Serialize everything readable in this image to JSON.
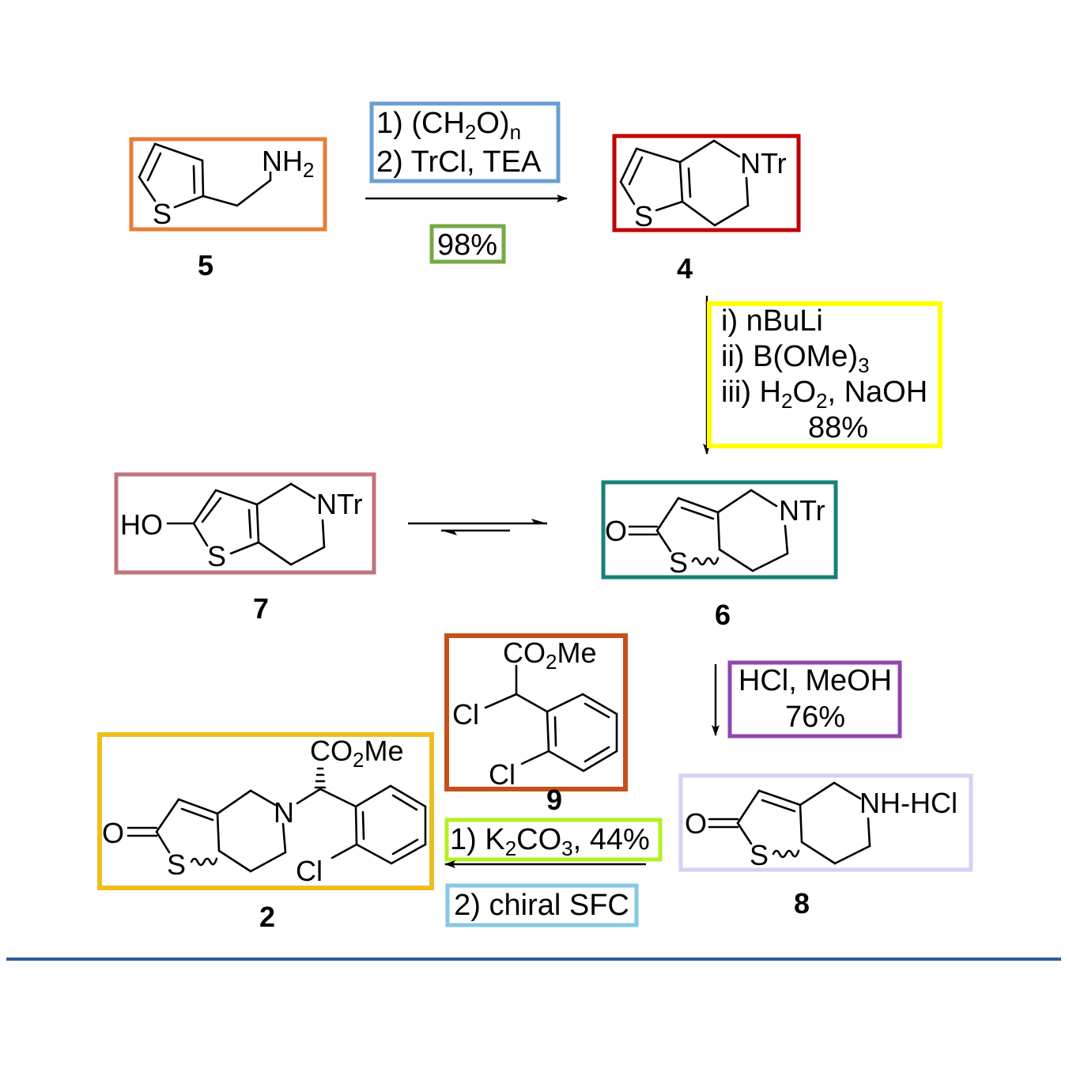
{
  "colors": {
    "compound_5": "#E97C37",
    "compound_4": "#C00000",
    "compound_7": "#C0737A",
    "compound_6": "#188078",
    "compound_9": "#C5501A",
    "compound_8": "#D8D0F2",
    "compound_2": "#EFBE1E",
    "step1_reagents": "#6A9FD4",
    "step1_yield": "#74AA46",
    "step2_reagents": "#FFFF00",
    "step4_reagents": "#8F46AE",
    "step5_reagent1": "#B5F020",
    "step5_reagent2": "#86C8E6",
    "footer_rule": "#2E5C98"
  },
  "compounds": [
    {
      "id": "5",
      "label": "5",
      "atoms": {
        "n": "NH",
        "n_sub": "2",
        "s": "S"
      }
    },
    {
      "id": "4",
      "label": "4",
      "atoms": {
        "n": "NTr",
        "s": "S"
      }
    },
    {
      "id": "7",
      "label": "7",
      "atoms": {
        "o": "HO",
        "n": "NTr",
        "s": "S"
      }
    },
    {
      "id": "6",
      "label": "6",
      "atoms": {
        "o": "O",
        "n": "NTr",
        "s": "S"
      }
    },
    {
      "id": "9",
      "label": "9",
      "atoms": {
        "ester": "CO",
        "ester_sub": "2",
        "ester_tail": "Me",
        "cl1": "Cl",
        "cl2": "Cl"
      }
    },
    {
      "id": "8",
      "label": "8",
      "atoms": {
        "o": "O",
        "n": "NH-HCl",
        "s": "S"
      }
    },
    {
      "id": "2",
      "label": "2",
      "atoms": {
        "o": "O",
        "n": "N",
        "s": "S",
        "ester": "CO",
        "ester_sub": "2",
        "ester_tail": "Me",
        "cl": "Cl"
      }
    }
  ],
  "steps": {
    "step1": {
      "line1": {
        "pre": "1) (CH",
        "sub1": "2",
        "mid": "O)",
        "sub2": "n"
      },
      "line2": "2) TrCl, TEA",
      "yield": "98%"
    },
    "step2": {
      "line1": "i) nBuLi",
      "line2": {
        "pre": "ii) B(OMe)",
        "sub": "3"
      },
      "line3": {
        "pre": "iii) H",
        "sub1": "2",
        "mid": "O",
        "sub2": "2",
        "post": ", NaOH"
      },
      "yield": "88%"
    },
    "step4": {
      "line1": "HCl, MeOH",
      "yield": "76%"
    },
    "step5": {
      "line1": {
        "pre": "1) K",
        "sub1": "2",
        "mid": "CO",
        "sub2": "3",
        "post": ", 44%"
      },
      "line2": "2) chiral SFC"
    }
  }
}
